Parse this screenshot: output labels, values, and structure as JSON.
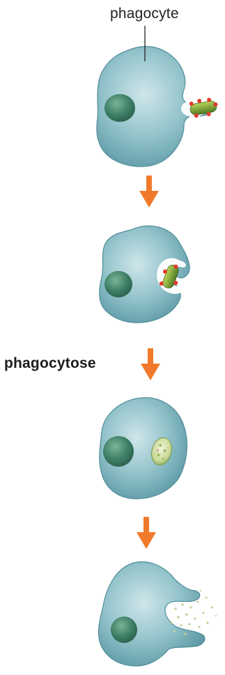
{
  "labels": {
    "phagocyte": "phagocyte",
    "process": "phagocytose"
  },
  "colors": {
    "cell_body": "#8cc0c8",
    "cell_edge": "#4e8d98",
    "nucleus": "#3e8266",
    "bacterium": "#7aa336",
    "antigen": "#e03a2a",
    "arrow": "#f07a2a",
    "vacuole": "#ffffff",
    "debris": "#c9d8a6"
  },
  "stages": [
    {
      "id": "stage-1-approach",
      "bacterium": "outside",
      "icon": "bacterium-icon"
    },
    {
      "id": "stage-2-engulf",
      "bacterium": "partially-engulfed",
      "icon": "bacterium-icon"
    },
    {
      "id": "stage-3-digest",
      "bacterium": "enclosed-vesicle",
      "icon": "digested-vesicle-icon"
    },
    {
      "id": "stage-4-release",
      "bacterium": "fragments-expelled",
      "icon": "debris-icon"
    }
  ]
}
